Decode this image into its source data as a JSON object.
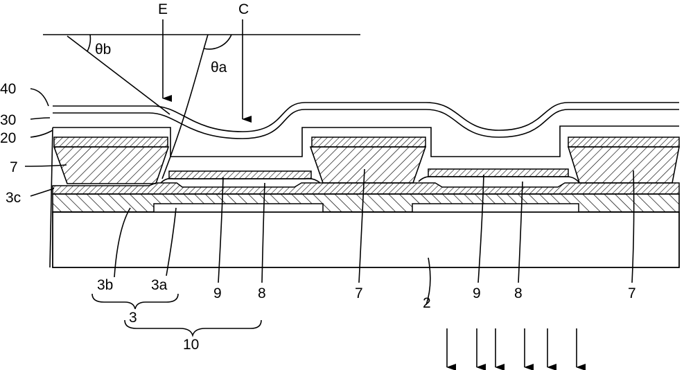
{
  "figure": {
    "labels": {
      "E": "E",
      "C": "C",
      "theta_b": "θb",
      "theta_a": "θa",
      "l40": "40",
      "l30": "30",
      "l20": "20",
      "l7_left": "7",
      "l3c": "3c",
      "l3b": "3b",
      "l3a": "3a",
      "l3": "3",
      "l10": "10",
      "l9_left": "9",
      "l8_left": "8",
      "l7_mid": "7",
      "l2": "2",
      "l9_right": "9",
      "l8_right": "8",
      "l7_right": "7"
    },
    "colors": {
      "ink": "#000000",
      "paper": "#ffffff"
    }
  }
}
